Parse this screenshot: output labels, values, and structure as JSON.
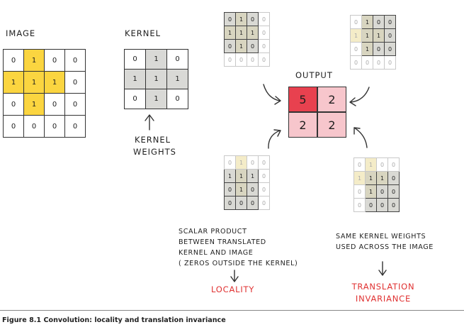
{
  "labels": {
    "image": "IMAGE",
    "kernel": "KERNEL",
    "output": "OUTPUT",
    "kernel_weights_1": "KERNEL",
    "kernel_weights_2": "WEIGHTS"
  },
  "image_grid": [
    [
      "0",
      "1",
      "0",
      "0"
    ],
    [
      "1",
      "1",
      "1",
      "0"
    ],
    [
      "0",
      "1",
      "0",
      "0"
    ],
    [
      "0",
      "0",
      "0",
      "0"
    ]
  ],
  "kernel_grid": [
    [
      "0",
      "1",
      "0"
    ],
    [
      "1",
      "1",
      "1"
    ],
    [
      "0",
      "1",
      "0"
    ]
  ],
  "output_grid": [
    [
      "5",
      "2"
    ],
    [
      "2",
      "2"
    ]
  ],
  "window_grid": [
    [
      "0",
      "1",
      "0",
      "0"
    ],
    [
      "1",
      "1",
      "1",
      "0"
    ],
    [
      "0",
      "1",
      "0",
      "0"
    ],
    [
      "0",
      "0",
      "0",
      "0"
    ]
  ],
  "notes": {
    "left": [
      "SCALAR PRODUCT",
      "BETWEEN TRANSLATED",
      "KERNEL AND IMAGE",
      "( ZEROS OUTSIDE THE KERNEL)"
    ],
    "right": [
      "SAME KERNEL WEIGHTS",
      "USED ACROSS THE IMAGE"
    ]
  },
  "results": {
    "locality": "LOCALITY",
    "translation_1": "TRANSLATION",
    "translation_2": "INVARIANCE"
  },
  "caption": "Figure 8.1    Convolution: locality and translation invariance",
  "colors": {
    "image_highlight": "#fbd540",
    "kernel_fill": "#d9d9d6",
    "output_high": "#e8414f",
    "output_low": "#f7c6cc",
    "accent_text": "#e03131"
  }
}
